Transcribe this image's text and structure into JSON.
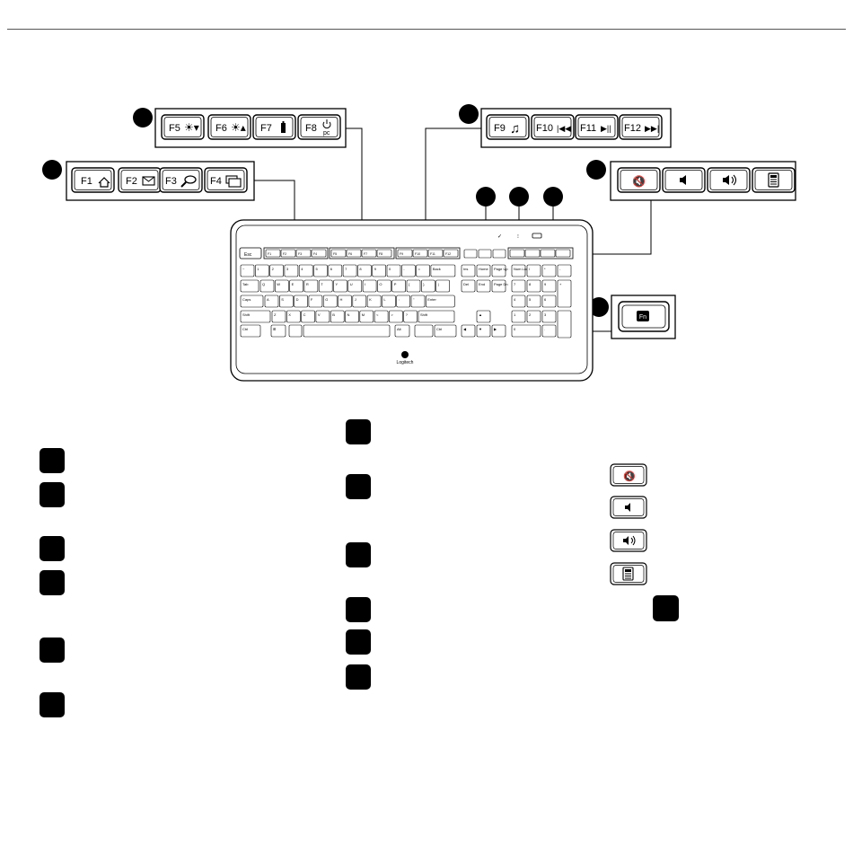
{
  "manual": {
    "brand_text": "Logitech",
    "groups": {
      "home_mail": {
        "keys": [
          "F1",
          "F2",
          "F3",
          "F4"
        ],
        "icons": [
          "home-icon",
          "mail-icon",
          "search-icon",
          "app-switch-icon"
        ]
      },
      "display": {
        "keys": [
          "F5",
          "F6",
          "F7",
          "F8"
        ],
        "extra_label": "pc",
        "icons": [
          "brightness-down-icon",
          "brightness-up-icon",
          "battery-icon",
          "power-icon"
        ]
      },
      "media": {
        "keys": [
          "F9",
          "F10",
          "F11",
          "F12"
        ],
        "icons": [
          "music-icon",
          "previous-track-icon",
          "play-pause-icon",
          "next-track-icon"
        ]
      },
      "volume": {
        "icons": [
          "mute-icon",
          "volume-down-icon",
          "volume-up-icon",
          "calculator-icon"
        ]
      },
      "fn": {
        "key": "Fn"
      }
    },
    "keyboard": {
      "esc": "Esc",
      "row_fn_labels": [
        "F1",
        "F2",
        "F3",
        "F4",
        "F5",
        "F6",
        "F7",
        "F8",
        "F9",
        "F10",
        "F11",
        "F12"
      ],
      "backspace": "Back",
      "tab": "Tab",
      "caps": "Caps",
      "enter": "Enter",
      "shift": "Shift",
      "ctrl": "Ctrl",
      "alt": "Alt",
      "fn": "Fn",
      "ins": "Ins",
      "home": "Home",
      "pgup": "Page Up",
      "del": "Del",
      "end": "End",
      "pgdn": "Page Dn",
      "num": "Num Lock",
      "row1": [
        "~",
        "1",
        "2",
        "3",
        "4",
        "5",
        "6",
        "7",
        "8",
        "9",
        "0",
        "-",
        "="
      ],
      "row2": [
        "Q",
        "W",
        "E",
        "R",
        "T",
        "Y",
        "U",
        "I",
        "O",
        "P",
        "{",
        "}",
        "|"
      ],
      "row3": [
        "A",
        "S",
        "D",
        "F",
        "G",
        "H",
        "J",
        "K",
        "L",
        ":",
        "\""
      ],
      "row4": [
        "Z",
        "X",
        "C",
        "V",
        "B",
        "N",
        "M",
        "<",
        ">",
        "?"
      ]
    }
  }
}
